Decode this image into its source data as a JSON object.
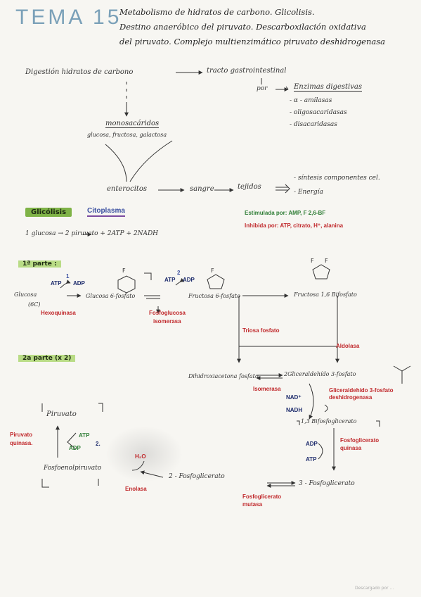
{
  "title": {
    "tema": "TEMA 15",
    "line1": "Metabolismo de hidratos de carbono. Glicolisis.",
    "line2": "Destino anaeróbico del piruvato. Descarboxilación oxidativa",
    "line3": "del piruvato. Complejo multienzimático piruvato deshidrogenasa"
  },
  "digestion": {
    "start": "Digestión hidratos de carbono",
    "tract": "tracto gastrointestinal",
    "por": "por",
    "enzymes_title": "Enzimas digestivas",
    "enzymes": [
      "- α - amilasas",
      "- oligosacaridasas",
      "- disacaridasas"
    ],
    "monosac_title": "monosacáridos",
    "monosac_list": "glucosa, fructosa, galactosa",
    "enterocitos": "enterocitos",
    "sangre": "sangre",
    "tejidos": "tejidos",
    "sintesis": "- síntesis componentes cel.",
    "energia": "- Energía"
  },
  "glicolisis": {
    "label": "Glicólisis",
    "location": "Citoplasma",
    "stimulated": "Estimulada por: AMP, F 2,6-BF",
    "inhibited": "Inhibida por: ATP, citrato, H⁺, alanina",
    "equation": "1 glucosa → 2 piruvato + 2ATP + 2NADH"
  },
  "phase1": {
    "label": "1ª parte :",
    "glucosa": "Glucosa",
    "c6": "(6C)",
    "atp1": "ATP",
    "adp1": "ADP",
    "step1": "1",
    "step2": "2",
    "hexoquinasa": "Hexoquinasa",
    "g6p": "Glucosa 6-fosfato",
    "fosfoglucosa": "Fosfoglucosa",
    "isomerasa": "isomerasa",
    "f6p": "Fructosa 6-fosfato",
    "atp2": "ATP",
    "adp2": "ADP",
    "f16bp": "Fructosa 1,6 Bifosfato",
    "ring_f1": "F",
    "ring_f2": "F",
    "ring_f3": "F",
    "ring_f4": "F"
  },
  "phase2": {
    "label": "2a parte (x 2)",
    "triosa": "Triosa fosfato",
    "aldolasa": "Aldolasa",
    "dhap": "Dihidroxiacetona fosfato",
    "g3p": "2Gliceraldehído 3-fosfato",
    "isomerasa": "Isomerasa",
    "nad": "NAD⁺",
    "nadh": "NADH",
    "g3pdh": "Gliceraldehído 3-fosfato deshidrogenasa",
    "bpg": "1,3 Bifosfoglicerato",
    "adp": "ADP",
    "atp": "ATP",
    "pgk": "Fosfoglicerato quinasa",
    "pg3": "3 - Fosfoglicerato",
    "mutasa": "Fosfoglicerato mutasa",
    "pg2": "2 - Fosfoglicerato",
    "h2o": "H₂O",
    "enolasa": "Enolasa",
    "pep": "Fosfoenolpiruvato",
    "piruvato": "Piruvato",
    "pk": "Piruvato quinasa.",
    "atp3": "ATP",
    "adp3": "ADP",
    "step2b": "2."
  },
  "footer": "Descargado por ..."
}
